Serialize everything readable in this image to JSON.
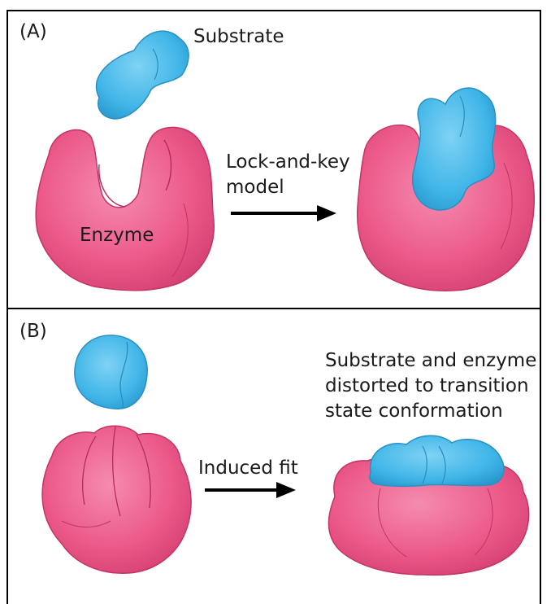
{
  "panel_a": {
    "label": "(A)",
    "substrate_label": "Substrate",
    "enzyme_label": "Enzyme",
    "arrow_label": "Lock-and-key\nmodel"
  },
  "panel_b": {
    "label": "(B)",
    "arrow_label": "Induced fit",
    "result_label": "Substrate and enzyme\ndistorted to transition\nstate conformation"
  },
  "colors": {
    "enzyme": "#ee5a8a",
    "enzyme_shade": "#c93a6a",
    "substrate": "#41b6e8",
    "substrate_shade": "#1f8fc4",
    "arrow": "#000000"
  },
  "icons": [
    "substrate-shape",
    "enzyme-shape",
    "reaction-arrow"
  ]
}
